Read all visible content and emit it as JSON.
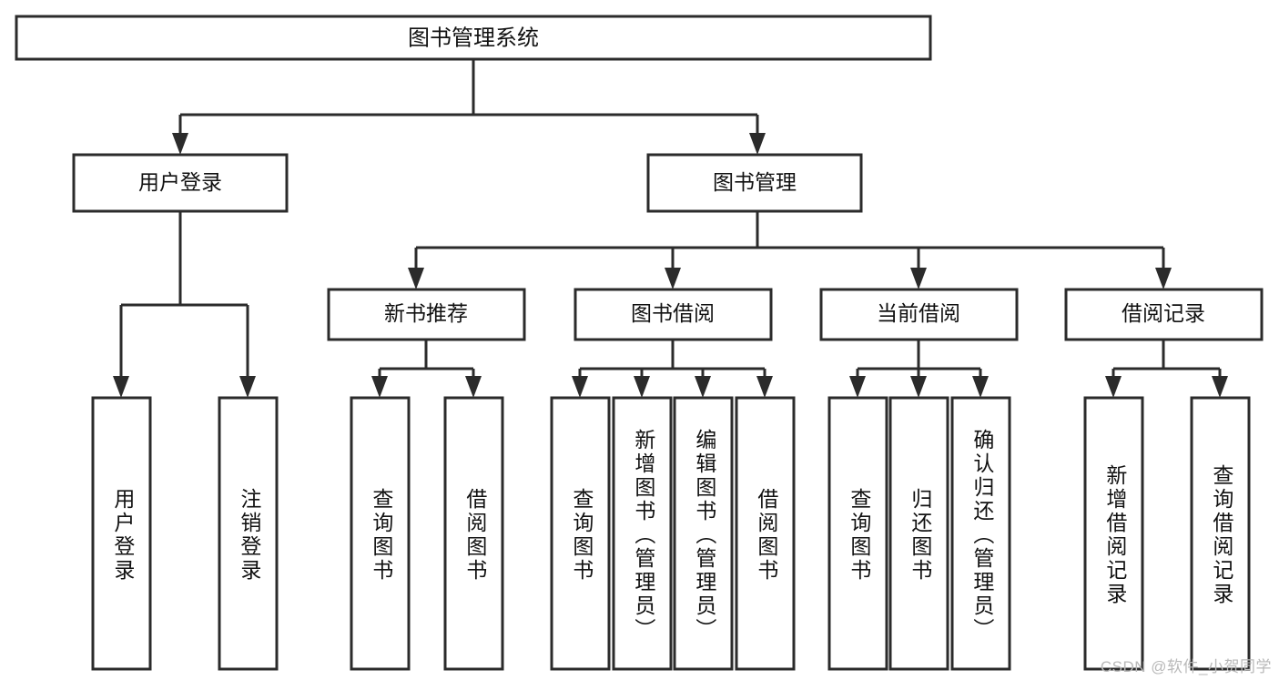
{
  "diagram": {
    "type": "tree",
    "title": "图书管理系统",
    "orientation": "top-down",
    "style": {
      "box_fill": "#ffffff",
      "box_stroke": "#2b2b2b",
      "connector_color": "#2b2b2b",
      "text_color": "#111111",
      "background": "#ffffff"
    },
    "root": {
      "label": "图书管理系统"
    },
    "level2": [
      {
        "label": "用户登录"
      },
      {
        "label": "图书管理"
      }
    ],
    "level3": [
      {
        "label": "新书推荐"
      },
      {
        "label": "图书借阅"
      },
      {
        "label": "当前借阅"
      },
      {
        "label": "借阅记录"
      }
    ],
    "leaves": {
      "user_login": [
        {
          "label": "用户登录"
        },
        {
          "label": "注销登录"
        }
      ],
      "new_book_recommend": [
        {
          "label": "查询图书"
        },
        {
          "label": "借阅图书"
        }
      ],
      "book_borrow": [
        {
          "label": "查询图书"
        },
        {
          "label": "新增图书（管理员）"
        },
        {
          "label": "编辑图书（管理员）"
        },
        {
          "label": "借阅图书"
        }
      ],
      "current_borrow": [
        {
          "label": "查询图书"
        },
        {
          "label": "归还图书"
        },
        {
          "label": "确认归还（管理员）"
        }
      ],
      "borrow_record": [
        {
          "label": "新增借阅记录"
        },
        {
          "label": "查询借阅记录"
        }
      ]
    }
  },
  "watermark": {
    "text": "CSDN @软件_小贺同学"
  }
}
